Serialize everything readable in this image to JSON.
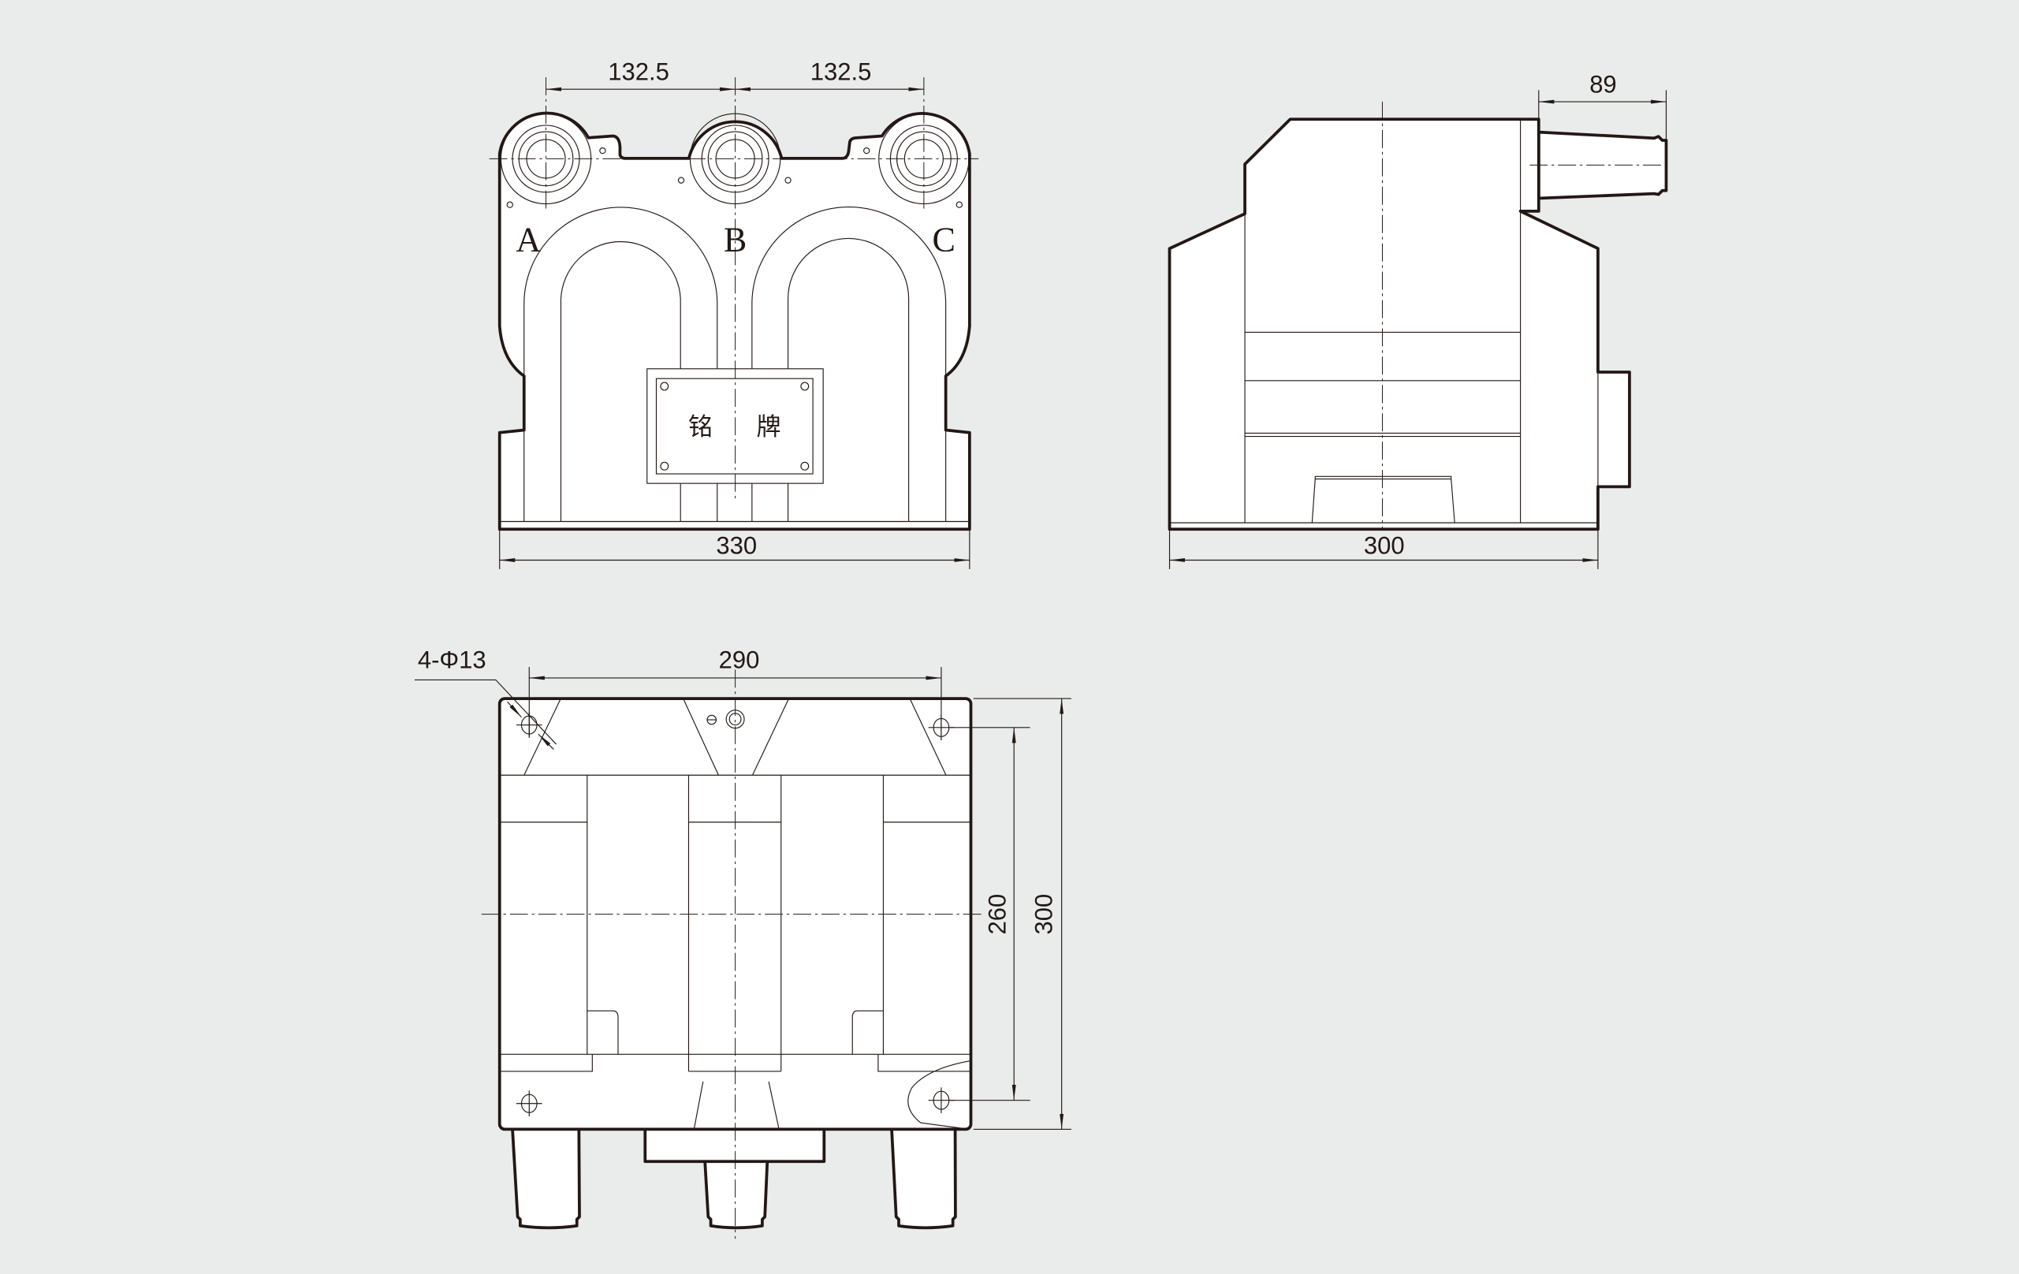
{
  "colors": {
    "background": "#e9ecea",
    "line": "#231815",
    "fill": "#ffffff"
  },
  "front_view": {
    "phase_labels": [
      "A",
      "B",
      "C"
    ],
    "nameplate": {
      "char1": "铭",
      "char2": "牌"
    },
    "dims": {
      "pitch_left": "132.5",
      "pitch_right": "132.5",
      "width": "330"
    }
  },
  "side_view": {
    "dims": {
      "bushing_length": "89",
      "depth": "300"
    }
  },
  "bottom_view": {
    "dims": {
      "holes": "4-Φ13",
      "hole_spacing_x": "290",
      "hole_spacing_y": "260",
      "depth": "300"
    }
  }
}
